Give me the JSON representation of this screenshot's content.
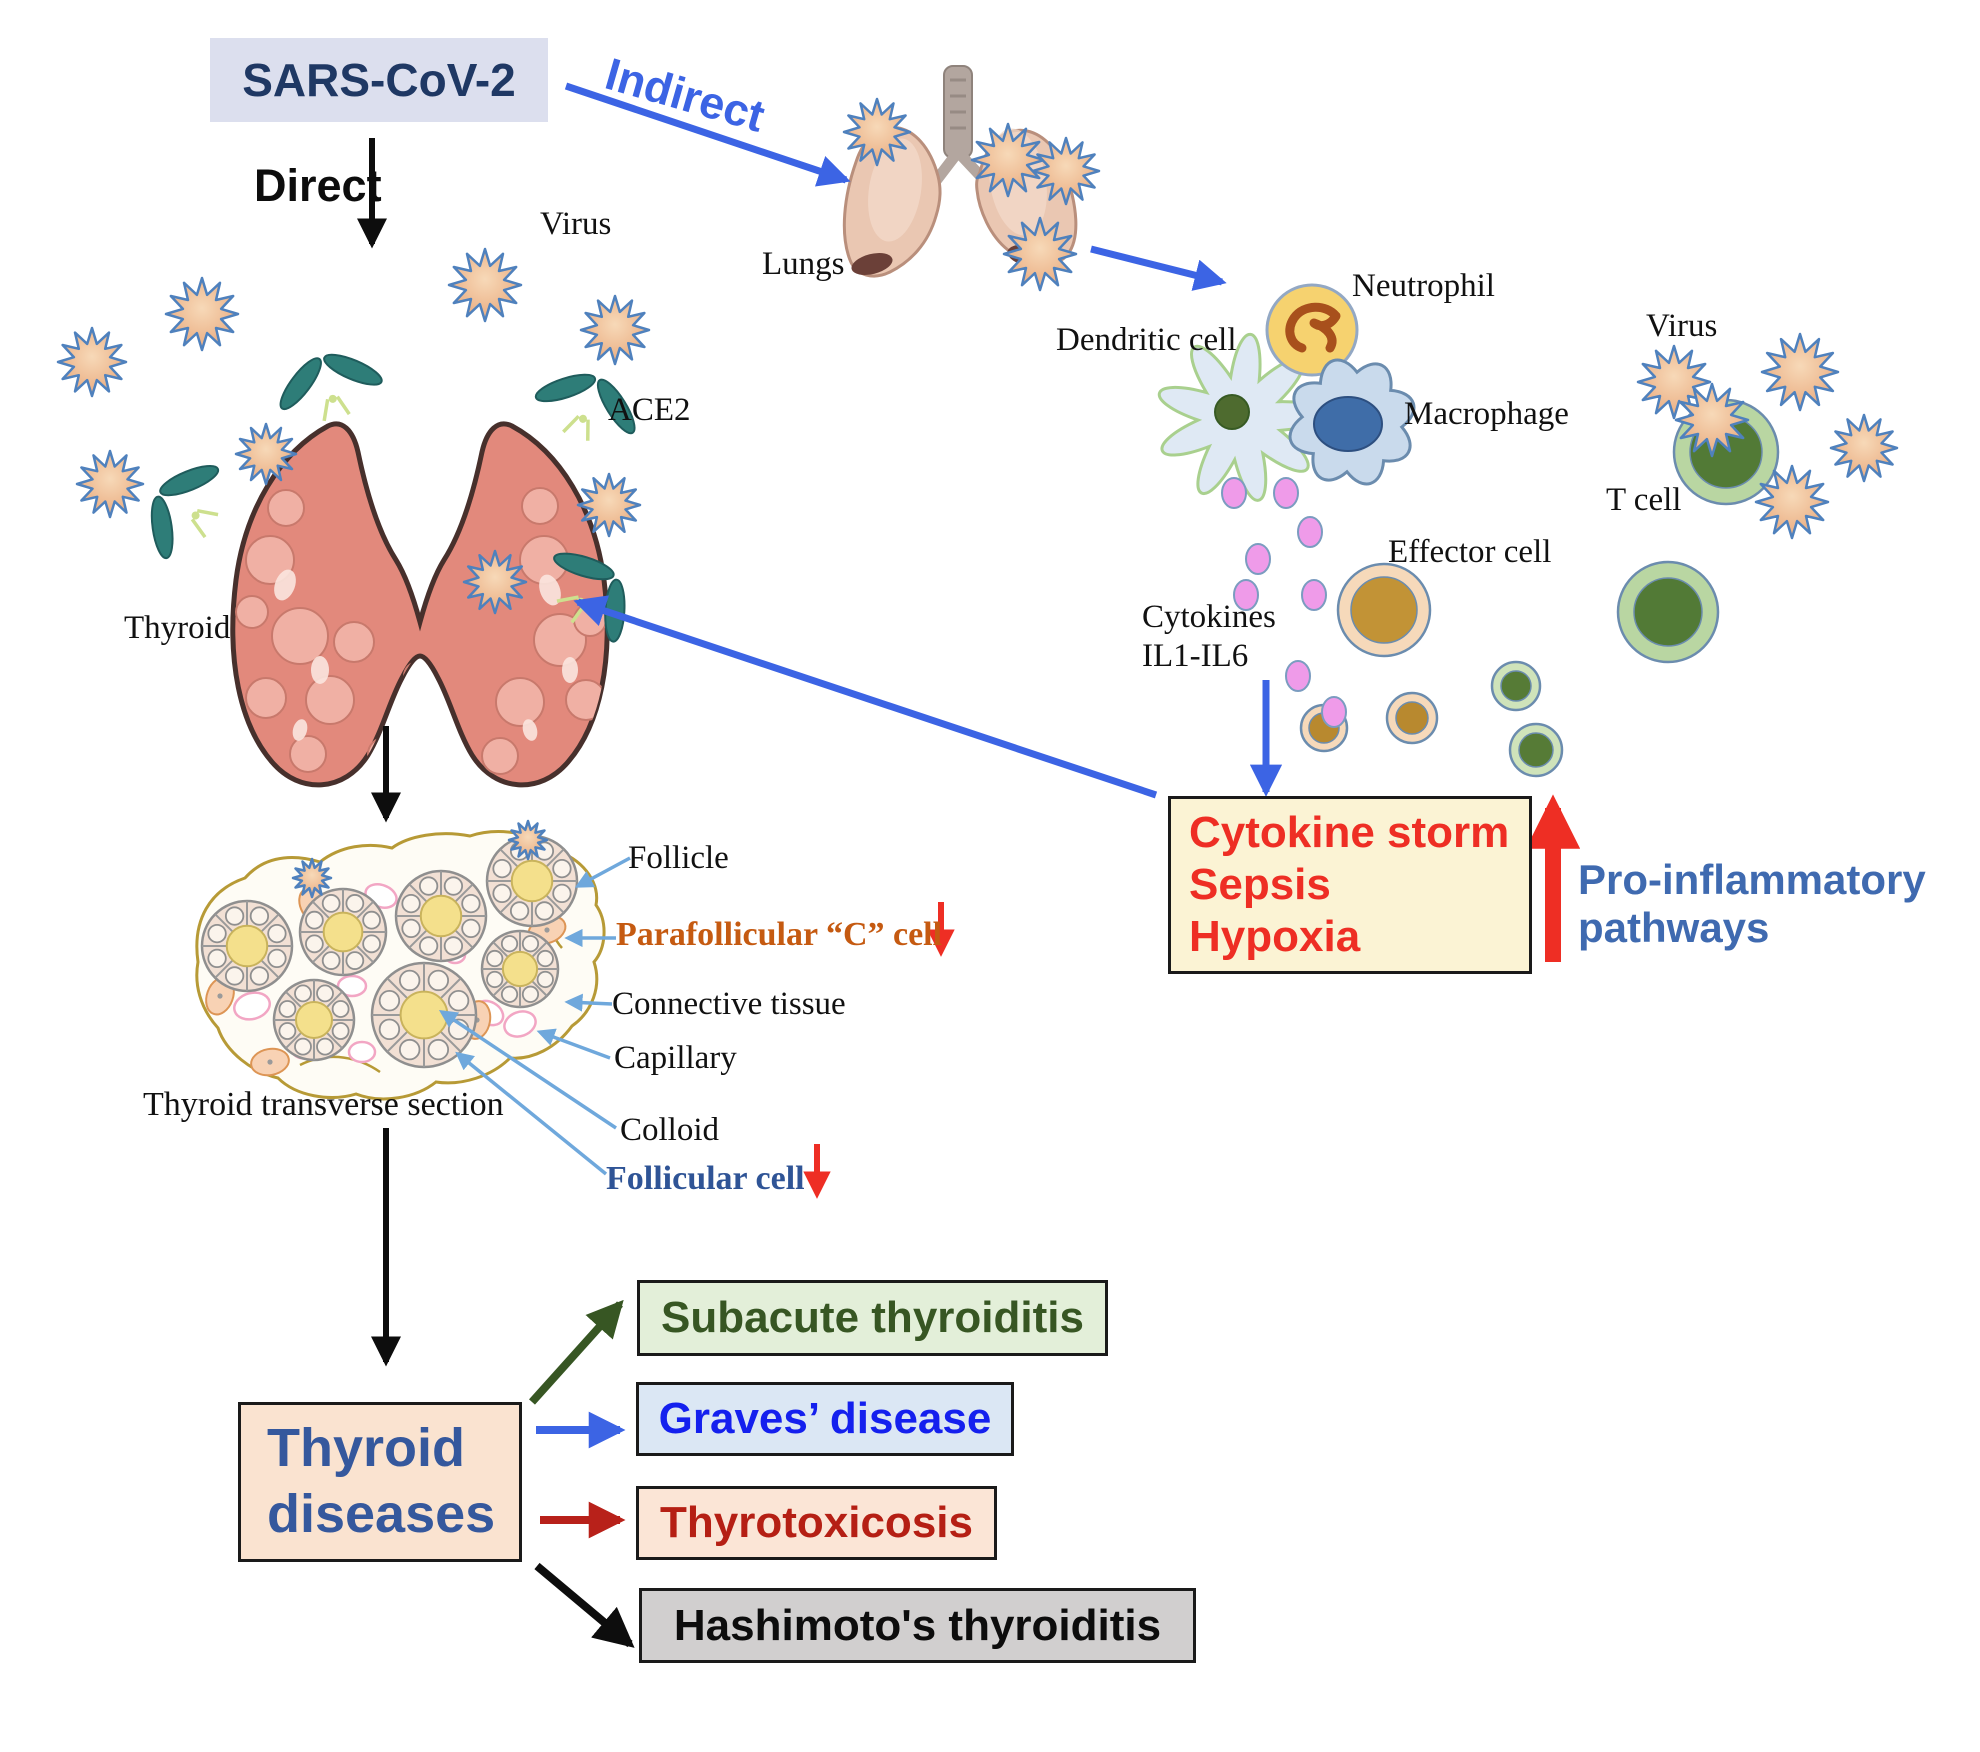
{
  "title_box": {
    "label": "SARS-CoV-2"
  },
  "routes": {
    "direct": "Direct",
    "indirect": "Indirect"
  },
  "labels": {
    "virus_top": "Virus",
    "lungs": "Lungs",
    "neutrophil": "Neutrophil",
    "dendritic_cell": "Dendritic cell",
    "macrophage": "Macrophage",
    "virus_right": "Virus",
    "t_cell": "T cell",
    "effector_cell": "Effector cell",
    "cytokines_line1": "Cytokines",
    "cytokines_line2": "IL1-IL6",
    "thyroid": "Thyroid",
    "ace2": "ACE2",
    "thyroid_transverse_section": "Thyroid transverse section"
  },
  "histology_labels": {
    "follicle": "Follicle",
    "parafollicular": "Parafollicular  “C” cell",
    "connective_tissue": "Connective tissue",
    "capillary": "Capillary",
    "colloid": "Colloid",
    "follicular_cell": "Follicular cell"
  },
  "cytokine_storm_box": {
    "lines": [
      "Cytokine storm",
      "Sepsis",
      "Hypoxia"
    ]
  },
  "pro_inflammatory": {
    "line1": "Pro-inflammatory",
    "line2": "pathways"
  },
  "thyroid_diseases_box": {
    "line1": "Thyroid",
    "line2": "diseases"
  },
  "diseases": [
    {
      "label": "Subacute thyroiditis",
      "text_color": "#375623",
      "bg": "#e3efd9"
    },
    {
      "label": "Graves’ disease",
      "text_color": "#1420ee",
      "bg": "#dbe7f4"
    },
    {
      "label": "Thyrotoxicosis",
      "text_color": "#b51f14",
      "bg": "#fbe5d6"
    },
    {
      "label": "Hashimoto's thyroiditis",
      "text_color": "#0d0d0d",
      "bg": "#d1cfcf"
    }
  ],
  "colors": {
    "blue_arrow": "#3c64e4",
    "leader_blue": "#6fa8dc",
    "red_accent": "#ee2e24",
    "green_arrow": "#375623",
    "dark_red_arrow": "#b8211a",
    "sars_box_bg": "#dcdfee",
    "sars_text": "#1f3864",
    "storm_box_bg": "#fbf3d4",
    "pro_inflammatory_text": "#3f6ab0",
    "thyroid_diseases_bg": "#fae3d0",
    "thyroid_diseases_text": "#35589d",
    "parafollicular_text": "#c55a11",
    "follicular_cell_text": "#2f5496"
  }
}
